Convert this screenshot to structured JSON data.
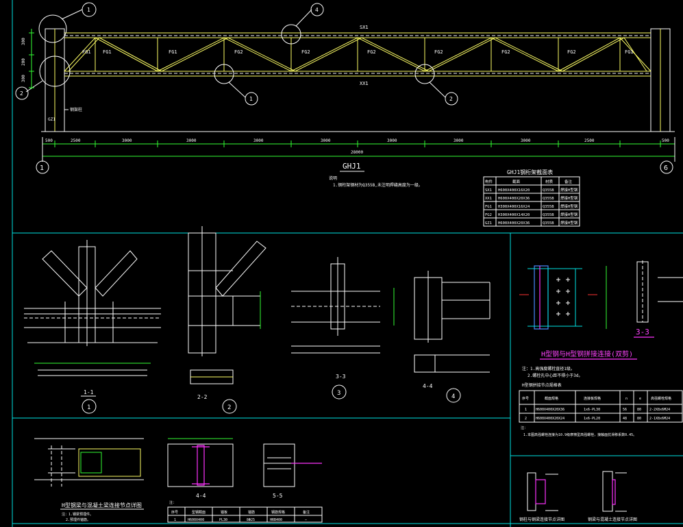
{
  "drawing": {
    "main_title": "GHJ1",
    "top_chord_label": "SX1",
    "bottom_chord_label": "XX1",
    "column_label": "GZ1",
    "side_note": "钢架柱",
    "grid_left": "1",
    "grid_right": "6",
    "callouts": [
      "1",
      "4",
      "2",
      "1",
      "2"
    ],
    "dims_top": [
      "500",
      "2500",
      "3000",
      "3000",
      "3000",
      "3000",
      "3000",
      "3000",
      "3000",
      "2500",
      "500"
    ],
    "dim_total": "28000",
    "dims_left": [
      "300",
      "200",
      "300"
    ],
    "web_labels": [
      "FG1",
      "FG1",
      "FG2",
      "FG2",
      "FG2",
      "FG2",
      "FG2",
      "FG2",
      "FG1",
      "FG1"
    ],
    "note_title": "说明",
    "note_line": "1.钢桁架钢材为Q355B,未注明焊缝高度为一级。"
  },
  "schedule": {
    "title": "GHJ1钢桁架截面表",
    "headers": [
      "构件",
      "截面",
      "材质",
      "备注"
    ],
    "rows": [
      [
        "SX1",
        "H600X400X16X20",
        "Q355B",
        "焊接H型钢"
      ],
      [
        "XX1",
        "H600X400X20X36",
        "Q355B",
        "焊接H型钢"
      ],
      [
        "FG1",
        "H300X400X16X24",
        "Q355B",
        "焊接H型钢"
      ],
      [
        "FG2",
        "H300X400X14X20",
        "Q355B",
        "焊接H型钢"
      ],
      [
        "GZ1",
        "H600X400X20X36",
        "Q355B",
        "焊接H型钢"
      ]
    ]
  },
  "details": {
    "section_1": "1-1",
    "section_2": "2-2",
    "section_3": "3-3",
    "section_4": "4-4",
    "circle_1": "1",
    "circle_2": "2",
    "circle_3": "3",
    "circle_4": "4",
    "bolt_title": "H型钢与H型钢拼接连接(双剪)",
    "bolt_section": "3-3",
    "bolt_notes": [
      "注：1.高强度螺栓直径1级。",
      "2.螺栓孔中心距不得小于3d。"
    ],
    "bolt_table_title": "H型钢拼接节点规格表",
    "bolt_table_headers": [
      "序号",
      "截面规格",
      "连接板规格",
      "n",
      "e",
      "高强螺栓规格"
    ],
    "bolt_table_rows": [
      [
        "1",
        "H600X400X20X36",
        "1x6-PL30",
        "56",
        "80",
        "2-2X8x6M24"
      ],
      [
        "2",
        "H600X400X20X24",
        "1x6-PL20",
        "48",
        "80",
        "2-1X8x6M24"
      ]
    ],
    "bolt_footnote": "1.本图高强螺栓连接为10.9级摩擦型高强螺栓，接触面抗滑移系数0.45。",
    "bottom_left_title": "H型钢梁与混凝土梁连接节点详图",
    "bottom_left_notes": [
      "注：1.钢梁预埋件。",
      "2.预埋件锚筋。"
    ],
    "bottom_section_4": "4-4",
    "bottom_section_5": "5-5",
    "bottom_table_headers": [
      "序号",
      "型钢截面",
      "锚板",
      "锚筋",
      "钢筋规格",
      "备注"
    ],
    "bottom_table_row": [
      "1",
      "H600X400",
      "PL30",
      "8Φ25",
      "HRB400",
      "—"
    ],
    "br_title_1": "钢柱与钢梁连接节点详图",
    "br_title_2": "钢梁与混凝土连接节点详图",
    "note_mark": "注："
  }
}
